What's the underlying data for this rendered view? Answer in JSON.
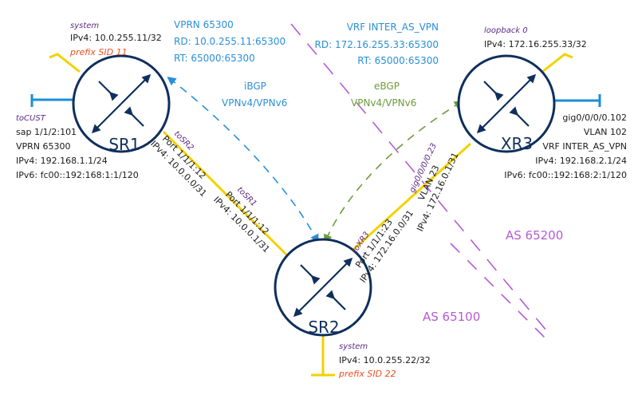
{
  "routers": {
    "sr1": {
      "name": "SR1"
    },
    "sr2": {
      "name": "SR2"
    },
    "xr3": {
      "name": "XR3"
    }
  },
  "sr1_info": {
    "system_label": "system",
    "ipv4": "IPv4: 10.0.255.11/32",
    "prefix_sid": "prefix SID 11",
    "vprn_title": "VPRN 65300",
    "rd": "RD: 10.0.255.11:65300",
    "rt": "RT: 65000:65300",
    "to_cust_label": "toCUST",
    "sap": "sap 1/1/2:101",
    "vprn": "VPRN 65300",
    "cust_ipv4": "IPv4: 192.168.1.1/24",
    "cust_ipv6": "IPv6: fc00::192:168:1:1/120",
    "to_sr2_label": "toSR2",
    "port": "Port 1/1/1:12",
    "port_ipv4": "IPv4: 10.0.0.0/31"
  },
  "sr2_info": {
    "to_sr1_label": "toSR1",
    "port_sr1": "Port 1/1/1:12",
    "ipv4_sr1": "IPv4: 10.0.0.1/31",
    "to_xr3_label": "toXR3",
    "port_xr3": "Port 1/1/1:23",
    "ipv4_xr3": "IPv4: 172.16.0.0/31",
    "system_label": "system",
    "ipv4": "IPv4: 10.0.255.22/32",
    "prefix_sid": "prefix SID 22"
  },
  "xr3_info": {
    "vrf_title": "VRF INTER_AS_VPN",
    "rd": "RD: 172.16.255.33:65300",
    "rt": "RT: 65000:65300",
    "loopback_label": "loopback 0",
    "loopback_ipv4": "IPv4: 172.16.255.33/32",
    "iface": "gig0/0/0/0.102",
    "vlan": "VLAN 102",
    "vrf": "VRF INTER_AS_VPN",
    "ipv4": "IPv4: 192.168.2.1/24",
    "ipv6": "IPv6: fc00::192:168:2:1/120",
    "link_iface": "gig0/0/0/0.23",
    "link_vlan": "VLAN 23",
    "link_ipv4": "IPv4: 172.16.0.1/31"
  },
  "sessions": {
    "ibgp_title": "iBGP",
    "ibgp_family": "VPNv4/VPNv6",
    "ebgp_title": "eBGP",
    "ebgp_family": "VPNv4/VPNv6"
  },
  "as_labels": {
    "as_65200": "AS 65200",
    "as_65100": "AS 65100"
  },
  "colors": {
    "router_fill": "#ffffff",
    "router_stroke": "#0f2f5c",
    "link_yellow": "#f2d200",
    "ibgp_blue": "#2a8fd8",
    "ebgp_green": "#6d9a3a",
    "as_boundary": "#b45bd6",
    "customer_blue": "#1a8ed8"
  }
}
